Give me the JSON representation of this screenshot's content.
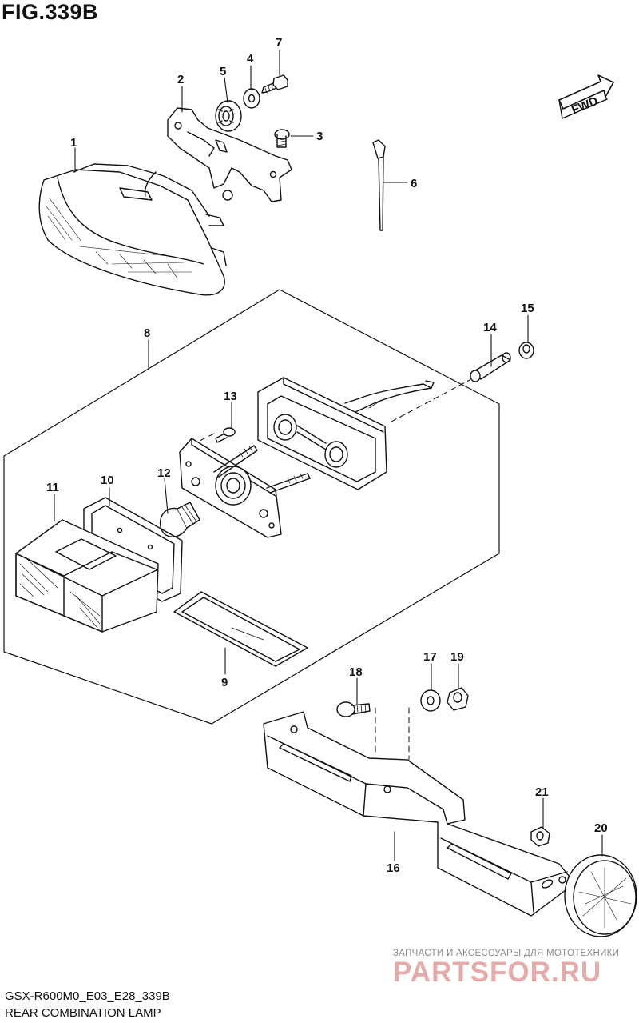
{
  "figure": {
    "title": "FIG.339B",
    "code": "GSX-R600M0_E03_E28_339B",
    "caption": "REAR COMBINATION LAMP",
    "fwd_label": "FWD"
  },
  "watermark": {
    "tagline": "ЗАПЧАСТИ И АКСЕССУАРЫ ДЛЯ МОТОТЕХНИКИ",
    "brand": "PARTSFOR.RU"
  },
  "callouts": {
    "c1": "1",
    "c2": "2",
    "c3": "3",
    "c4": "4",
    "c5": "5",
    "c6": "6",
    "c7": "7",
    "c8": "8",
    "c9": "9",
    "c10": "10",
    "c11": "11",
    "c12": "12",
    "c13": "13",
    "c14": "14",
    "c15": "15",
    "c16": "16",
    "c17": "17",
    "c18": "18",
    "c19": "19",
    "c20": "20",
    "c21": "21"
  },
  "colors": {
    "line": "#111111",
    "watermark": "#e5aaaa"
  }
}
